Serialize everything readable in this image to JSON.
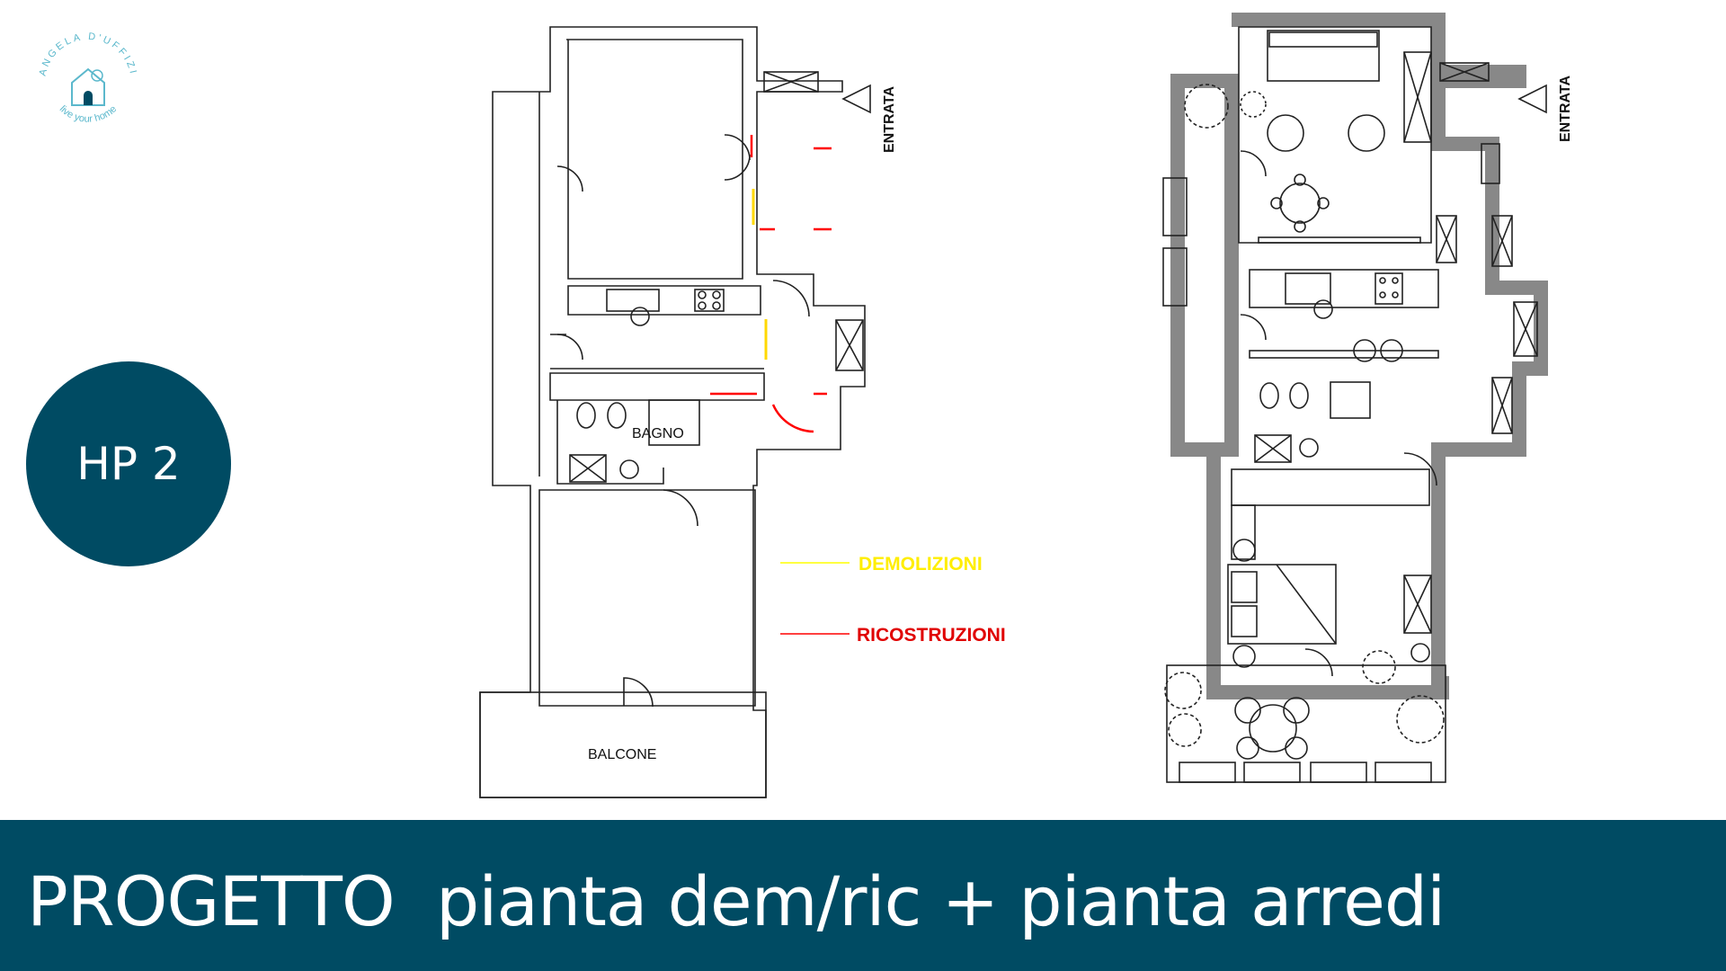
{
  "logo": {
    "brand": "ANGELA D'UFFIZI",
    "tagline": "live your home",
    "color": "#5bb8cc"
  },
  "badge": {
    "label": "HP 2",
    "color": "#004b63"
  },
  "plan_left": {
    "entry_label": "ENTRATA",
    "bathroom_label": "BAGNO",
    "balcony_label": "BALCONE",
    "legend": {
      "demolition_label": "DEMOLIZIONI",
      "demolition_color": "#ffff00",
      "reconstruction_label": "RICOSTRUZIONI",
      "reconstruction_color": "#ff0000"
    }
  },
  "plan_right": {
    "entry_label": "ENTRATA"
  },
  "footer": {
    "title": "PROGETTO  pianta dem/ric + pianta arredi",
    "background": "#004b63"
  }
}
